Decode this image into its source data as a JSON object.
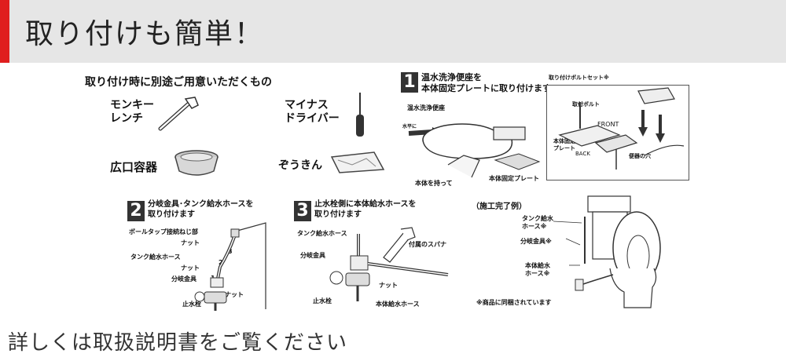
{
  "header": {
    "title": "取り付けも簡単！"
  },
  "tools": {
    "heading": "取り付け時に別途ご用意いただくもの",
    "wrench": "モンキー\nレンチ",
    "screwdriver": "マイナス\nドライバー",
    "container": "広口容器",
    "cloth": "ぞうきん"
  },
  "step1": {
    "num": "1",
    "title": "温水洗浄便座を\n本体固定プレートに取り付けます",
    "bolt_set": "取り付けボルトセット※",
    "seat": "温水洗浄便座",
    "horizontal": "水平に",
    "hold": "本体を持って",
    "plate": "本体固定プレート",
    "bolt": "取付ボルト",
    "front": "FRONT",
    "fixed_plate": "本体固定\nプレート",
    "back": "BACK",
    "hole": "便器の穴"
  },
  "step2": {
    "num": "2",
    "title": "分岐金具･タンク給水ホースを\n取り付けます",
    "ball_tap": "ボールタップ接続ねじ部",
    "nut1": "ナット",
    "n3": "3",
    "tank_hose": "タンク給水ホース",
    "nut2": "ナット",
    "n2": "2",
    "branch": "分岐金具",
    "n1": "1",
    "nut3": "ナット",
    "stop_valve": "止水栓"
  },
  "step3": {
    "num": "3",
    "title": "止水栓側に本体給水ホースを\n取り付けます",
    "tank_hose": "タンク給水ホース",
    "spanner": "付属のスパナ",
    "branch": "分岐金具",
    "nut": "ナット",
    "stop_valve": "止水栓",
    "body_hose": "本体給水ホース"
  },
  "example": {
    "title": "（施工完了例）",
    "tank_hose": "タンク給水\nホース※",
    "branch": "分岐金具※",
    "body_hose": "本体給水\nホース※",
    "note": "※商品に同梱されています"
  },
  "footer": {
    "text": "詳しくは取扱説明書をご覧ください"
  }
}
